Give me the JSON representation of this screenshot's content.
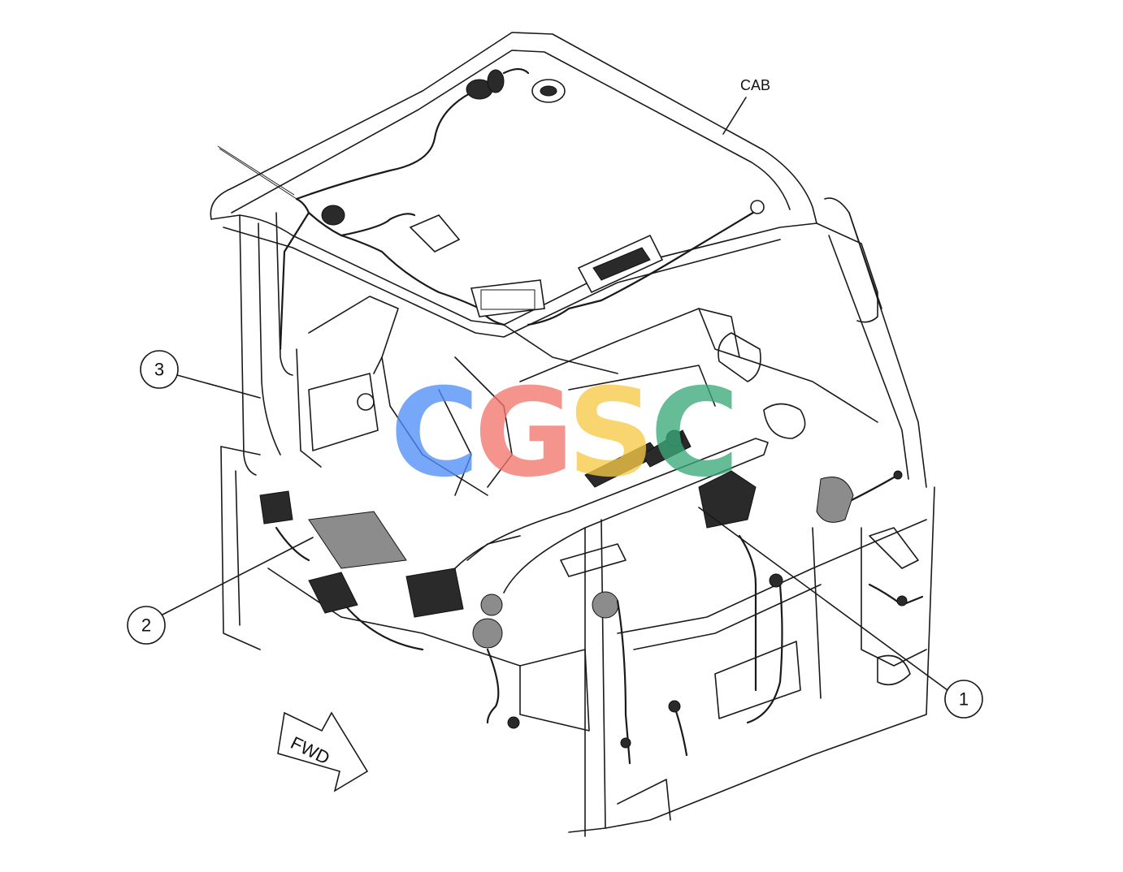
{
  "labels": {
    "cab": "CAB",
    "fwd": "FWD"
  },
  "callouts": [
    {
      "id": "1",
      "text": "1"
    },
    {
      "id": "2",
      "text": "2"
    },
    {
      "id": "3",
      "text": "3"
    }
  ],
  "watermark": {
    "letters": [
      "C",
      "G",
      "S",
      "C"
    ],
    "colors": [
      "#4f8ef7",
      "#f2766b",
      "#f7c948",
      "#3aa97a"
    ]
  }
}
